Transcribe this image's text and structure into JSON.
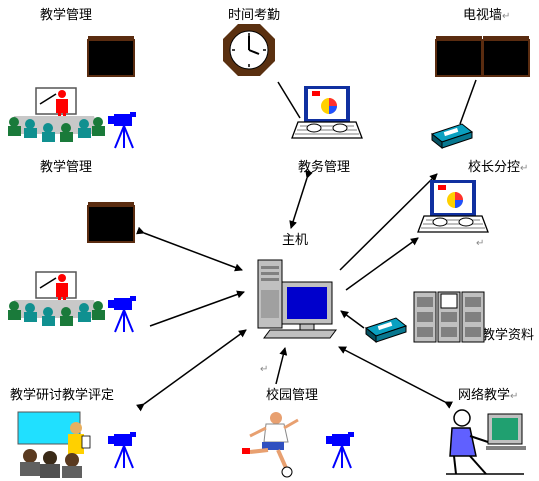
{
  "labels": {
    "teaching_mgmt_top": "教学管理",
    "attendance": "时间考勤",
    "tv_wall": "电视墙",
    "teaching_mgmt_mid": "教学管理",
    "affairs_mgmt": "教务管理",
    "principal_ctrl": "校长分控",
    "host": "主机",
    "teaching_materials": "教学资料",
    "research_eval": "教学研讨教学评定",
    "campus_mgmt": "校园管理",
    "network_teaching": "网络教学"
  },
  "return_mark": "↵",
  "colors": {
    "screen": "#000000",
    "frame": "#5a2c10",
    "monitor_blue": "#0000cc",
    "tripod_blue": "#0000ff",
    "computer_grey": "#c0c0c0",
    "instructor_red": "#ff0000",
    "student_green": "#1a7a3a",
    "student_teal": "#109090",
    "whiteboard_cyan": "#20e0ff"
  },
  "icons": [
    "tv-icon",
    "clock-icon",
    "laptop-icon",
    "classroom-icon",
    "video-camera-icon",
    "computer-icon",
    "videotape-icon",
    "cabinet-icon",
    "soccer-player-icon",
    "network-user-icon"
  ]
}
